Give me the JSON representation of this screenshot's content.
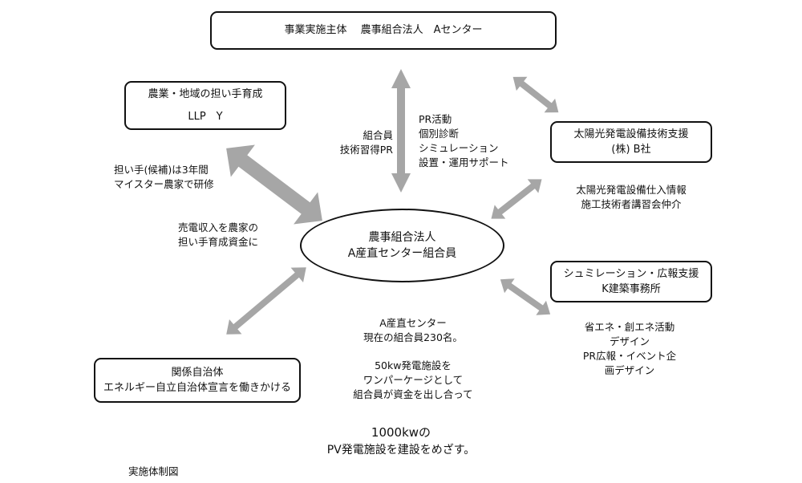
{
  "top_box": {
    "line1": "事業実施主体　 農事組合法人　Aセンター"
  },
  "llp_box": {
    "line1": "農業・地域の担い手育成",
    "line2": "LLP　Y"
  },
  "solar_box": {
    "line1": "太陽光発電設備技術支援",
    "line2": "(株) B社"
  },
  "sim_box": {
    "line1": "シュミレーション・広報支援",
    "line2": "K建築事務所"
  },
  "gov_box": {
    "line1": "関係自治体",
    "line2": "エネルギー自立自治体宣言を働きかける"
  },
  "center_ellipse": {
    "line1": "農事組合法人",
    "line2": "A産直センター組合員"
  },
  "note_members_training": {
    "line1": "組合員",
    "line2": "技術習得PR"
  },
  "note_pr_activities": {
    "line1": "PR活動",
    "line2": "個別診断",
    "line3": "シミュレーション",
    "line4": "設置・運用サポート"
  },
  "note_successor_training": {
    "line1": "担い手(候補)は3年間",
    "line2": "マイスター農家で研修"
  },
  "note_sales_income": {
    "line1": "売電収入を農家の",
    "line2": "担い手育成資金に"
  },
  "note_solar_info": {
    "line1": "太陽光発電設備仕入情報",
    "line2": "施工技術者講習会仲介"
  },
  "note_design": {
    "line1": "省エネ・創エネ活動",
    "line2": "デザイン",
    "line3": "PR広報・イベント企",
    "line4": "画デザイン"
  },
  "note_center_members": {
    "line1": "A産直センター",
    "line2": "現在の組合員230名。"
  },
  "note_package": {
    "line1": "50kw発電施設を",
    "line2": "ワンパーケージとして",
    "line3": "組合員が資金を出し合って"
  },
  "goal": {
    "line1": "1000kwの",
    "line2": "PV発電施設を建設をめざす。"
  },
  "caption": "実施体制図",
  "colors": {
    "arrow": "#a6a6a6",
    "border": "#111111"
  }
}
